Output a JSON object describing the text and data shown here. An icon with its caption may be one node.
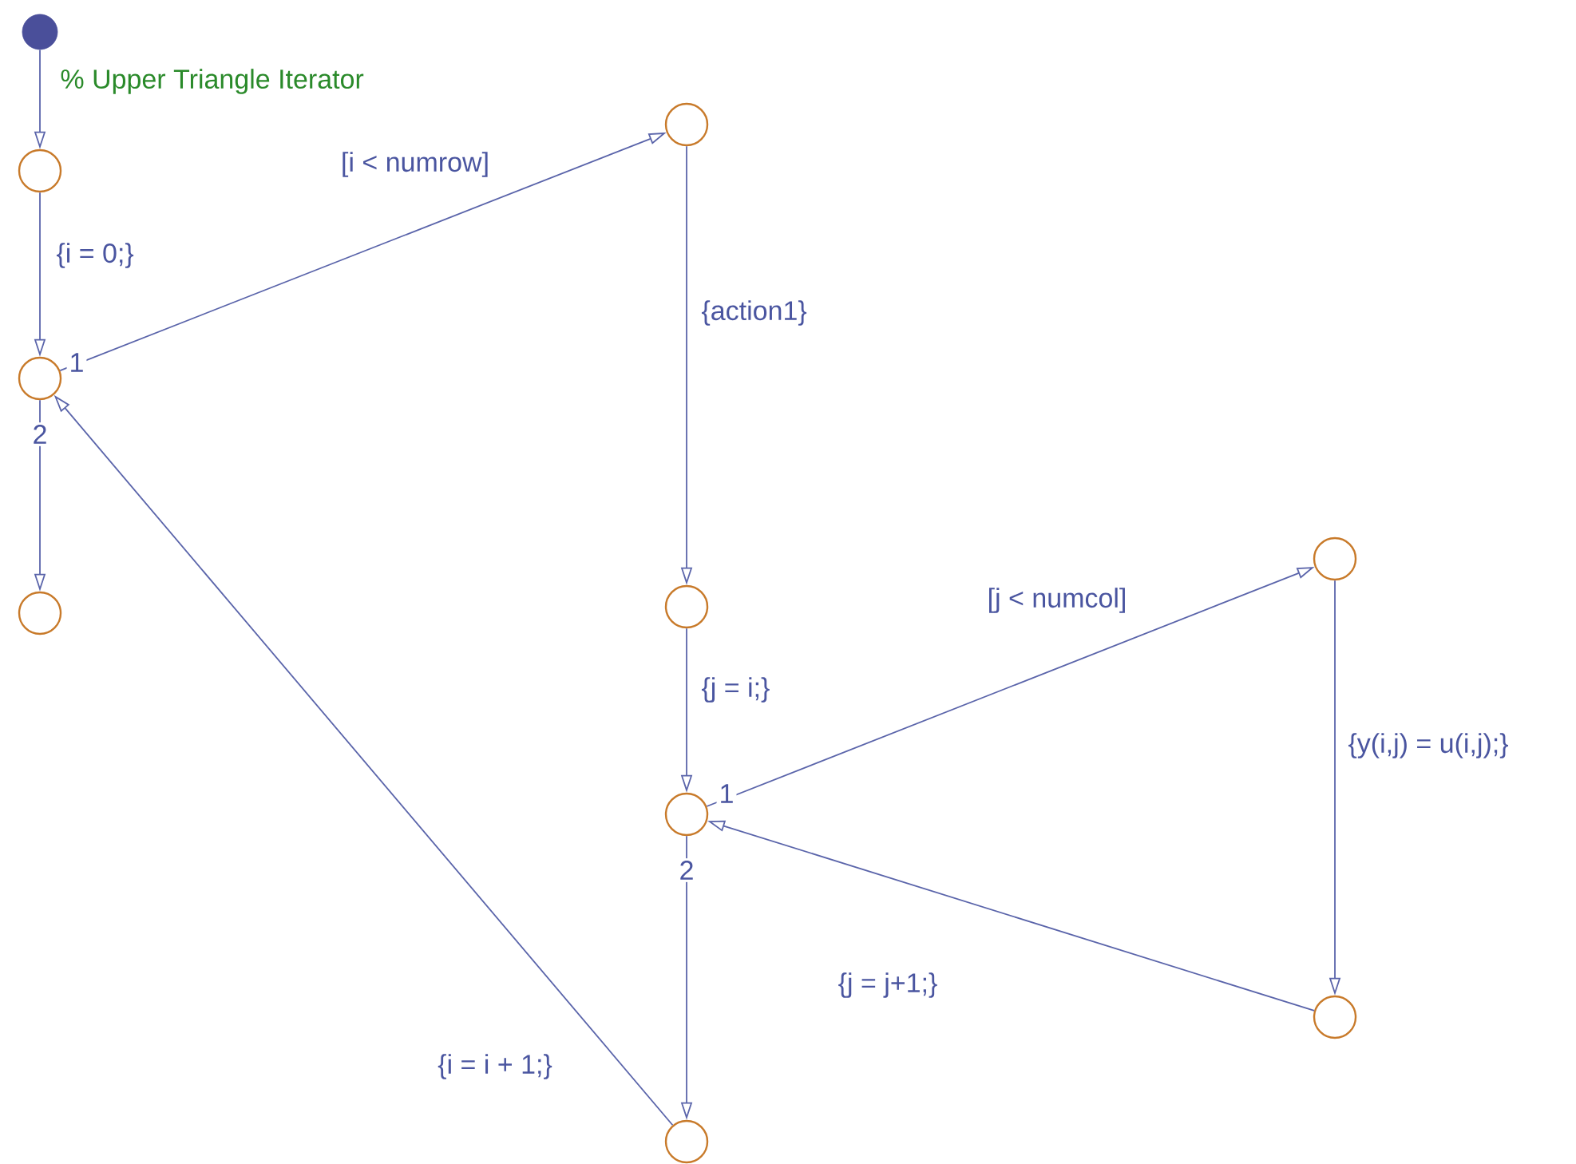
{
  "diagram": {
    "nodes": [
      {
        "text": [],
        "shape": "circle"
      },
      {
        "text": [],
        "shape": "circle"
      },
      {
        "text": [],
        "shape": "circle"
      },
      {
        "text": [],
        "shape": "circle"
      },
      {
        "text": [],
        "shape": "circle"
      },
      {
        "text": [],
        "shape": "circle"
      },
      {
        "text": [],
        "shape": "circle"
      },
      {
        "text": [],
        "shape": "circle"
      },
      {
        "text": [],
        "shape": "circle"
      },
      {
        "text": [],
        "shape": "circle"
      }
    ],
    "edges": [
      {
        "from": 0,
        "to": 1,
        "arrow": "to"
      },
      {
        "from": 1,
        "to": 2,
        "arrow": "to",
        "label": "{i = 0;}"
      },
      {
        "from": 2,
        "to": 4,
        "arrow": "to",
        "label": "[i < numrow]"
      },
      {
        "from": 4,
        "to": 5,
        "arrow": "to",
        "label": "{action1}"
      },
      {
        "from": 2,
        "to": 3,
        "arrow": "to"
      },
      {
        "from": 5,
        "to": 6,
        "arrow": "to",
        "label": "{j = i;}"
      },
      {
        "from": 6,
        "to": 7,
        "arrow": "to",
        "label": "[j < numcol]"
      },
      {
        "from": 7,
        "to": 8,
        "arrow": "to",
        "label": "{y(i,j) = u(i,j);}"
      },
      {
        "from": 8,
        "to": 6,
        "arrow": "to",
        "label": "{j = j+1;}"
      },
      {
        "from": 6,
        "to": 9,
        "arrow": "to"
      },
      {
        "from": 9,
        "to": 2,
        "arrow": "to",
        "label": "{i = i + 1;}"
      }
    ],
    "labels": [
      "% Upper Triangle Iterator",
      "1",
      "2",
      "1",
      "2"
    ]
  }
}
